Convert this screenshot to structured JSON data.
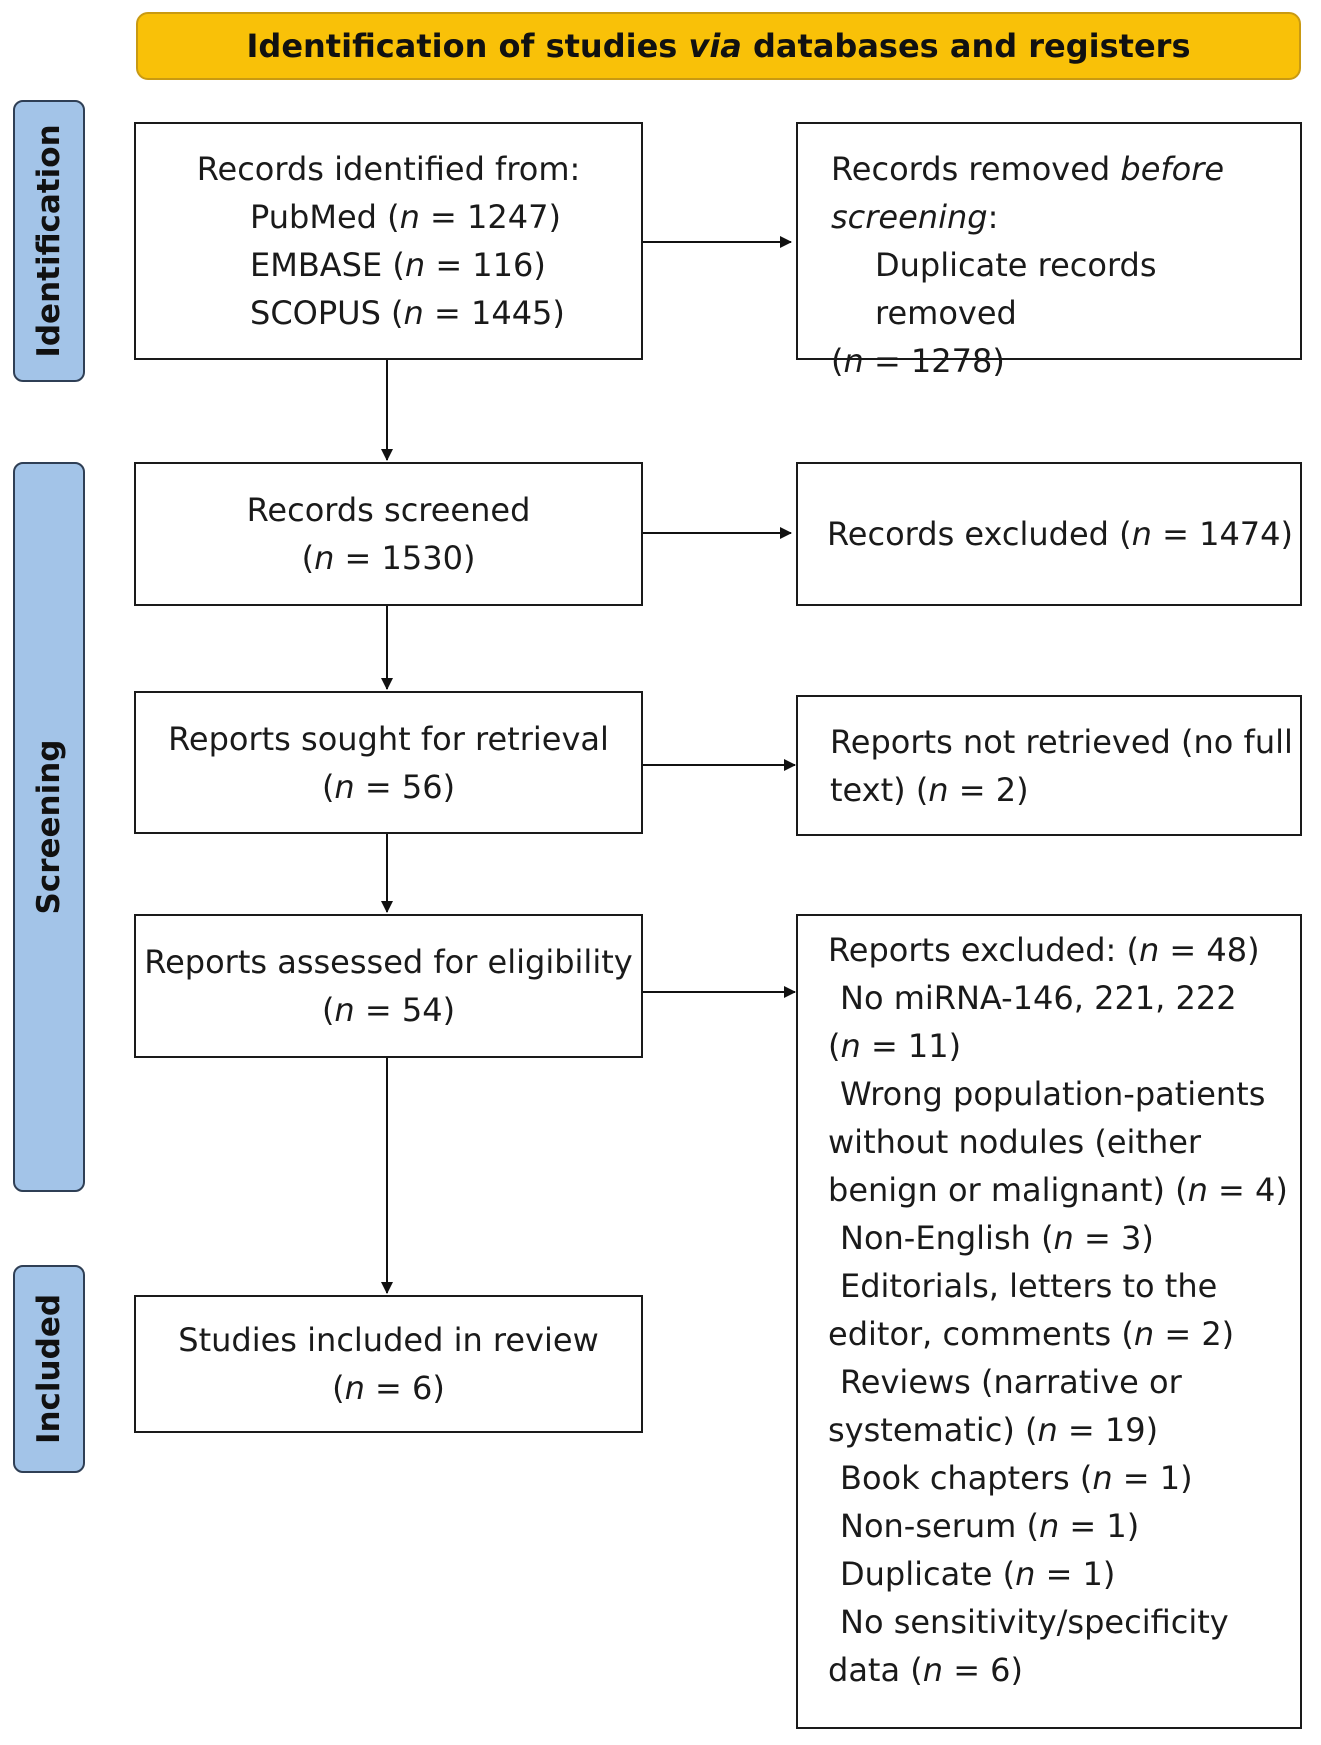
{
  "banner": {
    "pre": "Identification of studies ",
    "em": "via",
    "post": " databases and registers"
  },
  "phases": {
    "identification": "Identification",
    "screening": "Screening",
    "included": "Included"
  },
  "identified": {
    "heading": "Records identified from:",
    "l1a": "PubMed (",
    "l1n": "n",
    "l1b": " = 1247)",
    "l2a": "EMBASE (",
    "l2n": "n",
    "l2b": " = 116)",
    "l3a": "SCOPUS (",
    "l3n": "n",
    "l3b": " = 1445)"
  },
  "removed": {
    "l1a": "Records removed ",
    "l1em": "before",
    "l2em": "screening",
    "l2b": ":",
    "l3": "Duplicate records removed",
    "l4a": "(",
    "l4n": "n",
    "l4b": " = 1278)"
  },
  "screened": {
    "l1": "Records screened",
    "l2a": "(",
    "l2n": "n",
    "l2b": " = 1530)"
  },
  "excluded": {
    "a": "Records excluded (",
    "n": "n",
    "b": " = 1474)"
  },
  "sought": {
    "l1": "Reports sought for retrieval",
    "l2a": "(",
    "l2n": "n",
    "l2b": " = 56)"
  },
  "not_retrieved": {
    "l1": "Reports not retrieved (no full",
    "l2a": "text) (",
    "l2n": "n",
    "l2b": " = 2)"
  },
  "assessed": {
    "l1": "Reports assessed for eligibility",
    "l2a": "(",
    "l2n": "n",
    "l2b": " = 54)"
  },
  "included": {
    "l1": "Studies included in review",
    "l2a": "(",
    "l2n": "n",
    "l2b": " = 6)"
  },
  "reports_excluded": {
    "h_a": "Reports excluded: (",
    "h_n": "n",
    "h_b": " = 48)",
    "r1": "No miRNA-146, 221, 222",
    "r2a": "(",
    "r2n": "n",
    "r2b": " = 11)",
    "r3": "Wrong population-patients",
    "r4": "without nodules (either",
    "r5a": "benign or malignant) (",
    "r5n": "n",
    "r5b": " = 4)",
    "r6a": "Non-English (",
    "r6n": "n",
    "r6b": " = 3)",
    "r7": "Editorials, letters to the",
    "r8a": "editor, comments (",
    "r8n": "n",
    "r8b": " = 2)",
    "r9": "Reviews (narrative or",
    "r10a": "systematic) (",
    "r10n": "n",
    "r10b": " = 19)",
    "r11a": "Book chapters (",
    "r11n": "n",
    "r11b": " = 1)",
    "r12a": "Non-serum (",
    "r12n": "n",
    "r12b": " = 1)",
    "r13a": "Duplicate (",
    "r13n": "n",
    "r13b": " = 1)",
    "r14": "No sensitivity/specificity",
    "r15a": "data (",
    "r15n": "n",
    "r15b": " = 6)"
  }
}
